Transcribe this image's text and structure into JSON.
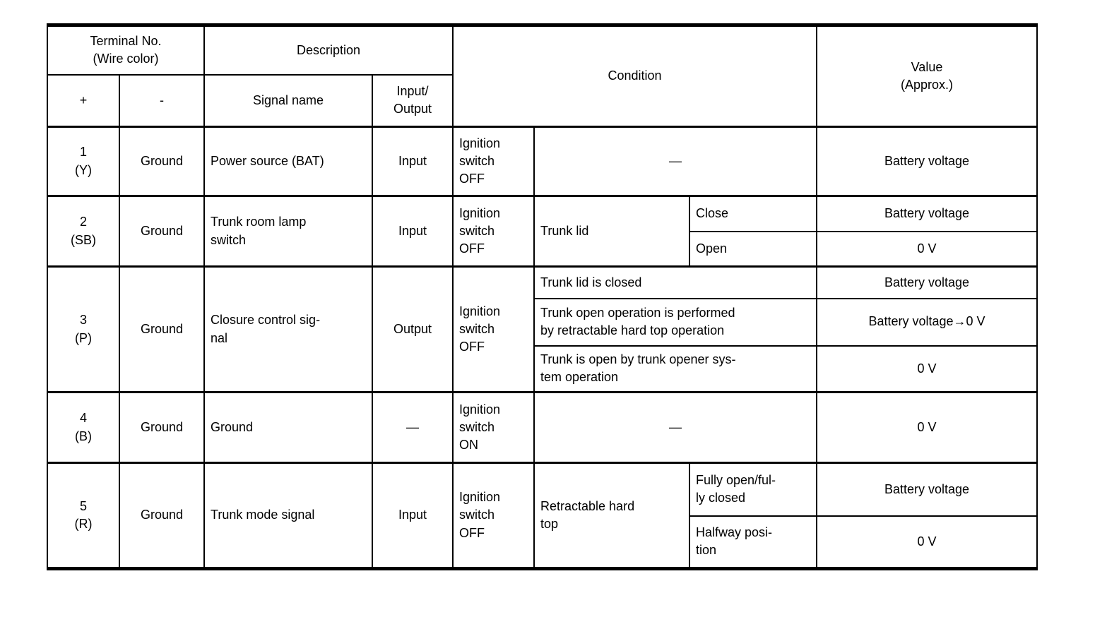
{
  "table": {
    "header": {
      "terminal_no": "Terminal No.\n(Wire color)",
      "plus": "+",
      "minus": "-",
      "description": "Description",
      "signal_name": "Signal name",
      "input_output": "Input/\nOutput",
      "condition": "Condition",
      "value": "Value\n(Approx.)"
    },
    "rows": [
      {
        "terminal": "1\n(Y)",
        "ground": "Ground",
        "signal": "Power source (BAT)",
        "io": "Input",
        "ignition": "Ignition\nswitch\nOFF",
        "condition": "—",
        "value": "Battery voltage"
      },
      {
        "terminal": "2\n(SB)",
        "ground": "Ground",
        "signal": "Trunk room lamp\nswitch",
        "io": "Input",
        "ignition": "Ignition\nswitch\nOFF",
        "condition_group": "Trunk lid",
        "subrows": [
          {
            "condition": "Close",
            "value": "Battery voltage"
          },
          {
            "condition": "Open",
            "value": "0 V"
          }
        ]
      },
      {
        "terminal": "3\n(P)",
        "ground": "Ground",
        "signal": "Closure control sig-\nnal",
        "io": "Output",
        "ignition": "Ignition\nswitch\nOFF",
        "subrows": [
          {
            "condition": "Trunk lid is closed",
            "value": "Battery voltage"
          },
          {
            "condition": "Trunk open operation is performed\nby retractable hard top operation",
            "value": "Battery voltage→0 V"
          },
          {
            "condition": "Trunk is open by trunk opener sys-\ntem operation",
            "value": "0 V"
          }
        ]
      },
      {
        "terminal": "4\n(B)",
        "ground": "Ground",
        "signal": "Ground",
        "io": "—",
        "ignition": "Ignition\nswitch\nON",
        "condition": "—",
        "value": "0 V"
      },
      {
        "terminal": "5\n(R)",
        "ground": "Ground",
        "signal": "Trunk mode signal",
        "io": "Input",
        "ignition": "Ignition\nswitch\nOFF",
        "condition_group": "Retractable hard\ntop",
        "subrows": [
          {
            "condition": "Fully open/ful-\nly closed",
            "value": "Battery voltage"
          },
          {
            "condition": "Halfway posi-\ntion",
            "value": "0 V"
          }
        ]
      }
    ]
  }
}
